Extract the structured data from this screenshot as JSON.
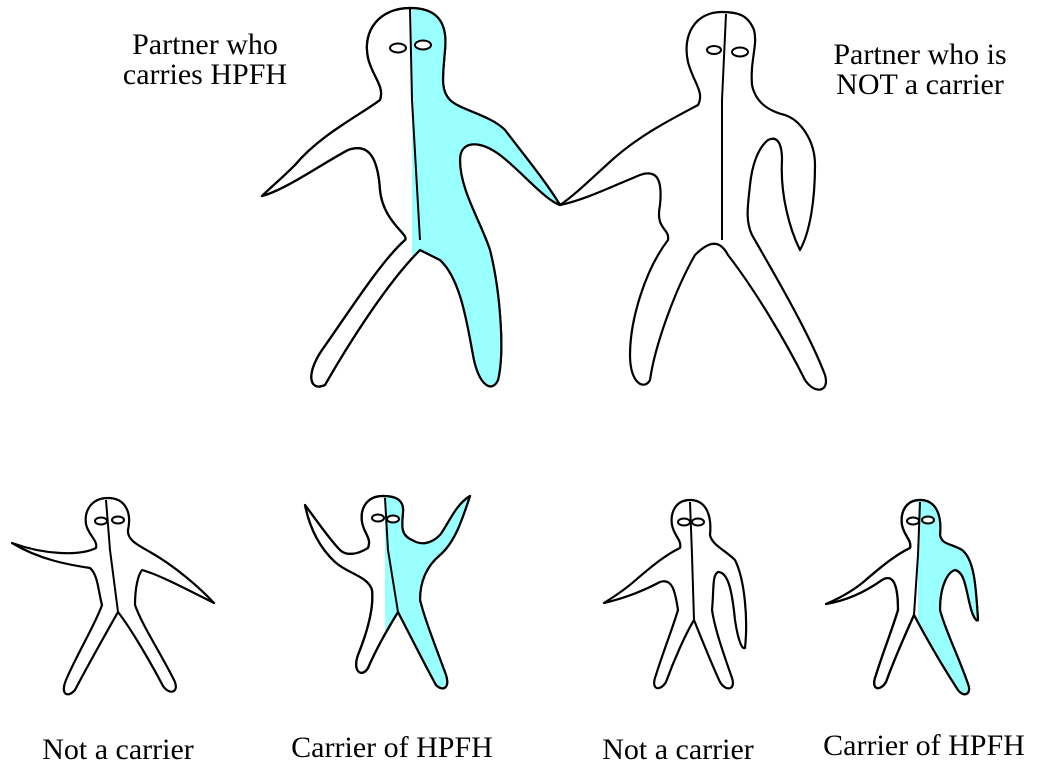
{
  "colors": {
    "carrier_fill": "#99FFFF",
    "outline": "#000000",
    "background": "#FFFFFF"
  },
  "parents": {
    "left": {
      "label_line1": "Partner who",
      "label_line2": "carries HPFH",
      "carrier": true
    },
    "right": {
      "label_line1": "Partner who is",
      "label_line2": "NOT a carrier",
      "carrier": false
    }
  },
  "children": [
    {
      "label": "Not a carrier",
      "carrier": false
    },
    {
      "label": "Carrier of HPFH",
      "carrier": true
    },
    {
      "label": "Not a carrier",
      "carrier": false
    },
    {
      "label": "Carrier of HPFH",
      "carrier": true
    }
  ]
}
